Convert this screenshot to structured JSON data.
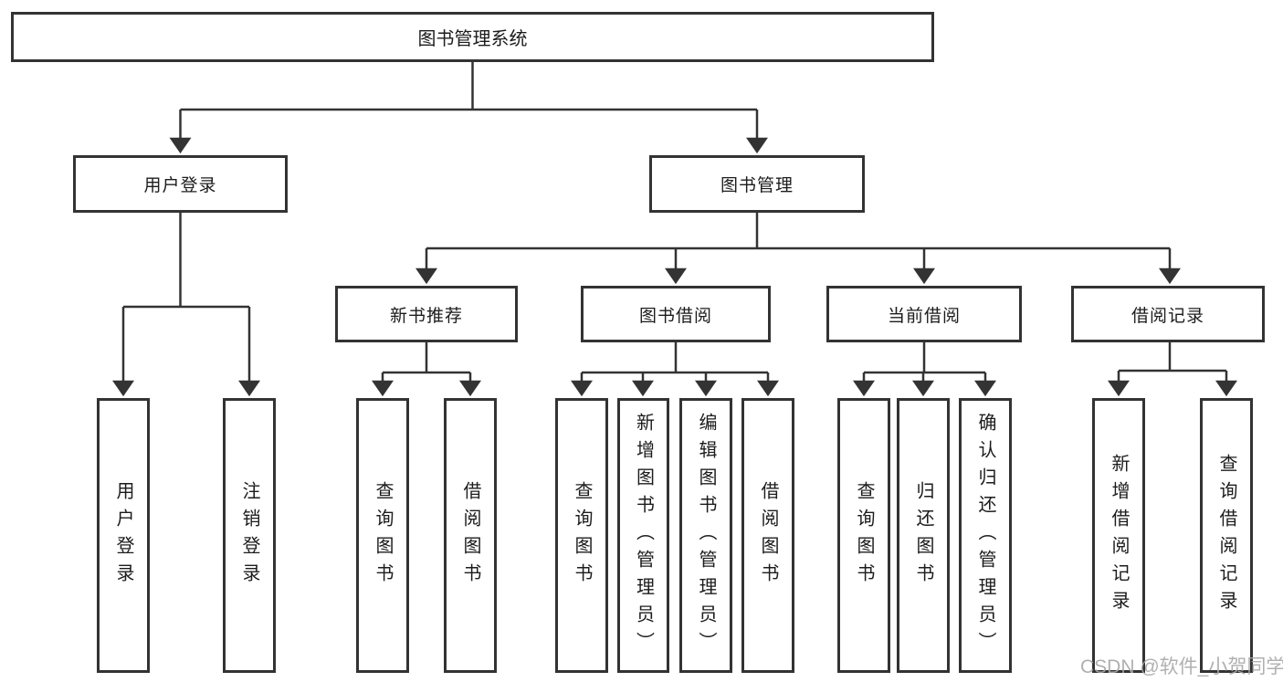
{
  "diagram": {
    "root": {
      "label": "图书管理系统"
    },
    "level2": [
      {
        "label": "用户登录"
      },
      {
        "label": "图书管理"
      }
    ],
    "level3": [
      {
        "label": "新书推荐"
      },
      {
        "label": "图书借阅"
      },
      {
        "label": "当前借阅"
      },
      {
        "label": "借阅记录"
      }
    ],
    "leaves": {
      "user_login_children": [
        {
          "label": "用户登录"
        },
        {
          "label": "注销登录"
        }
      ],
      "new_book_children": [
        {
          "label": "查询图书"
        },
        {
          "label": "借阅图书"
        }
      ],
      "book_borrow_children": [
        {
          "label": "查询图书"
        },
        {
          "label": "新增图书（管理员）"
        },
        {
          "label": "编辑图书（管理员）"
        },
        {
          "label": "借阅图书"
        }
      ],
      "current_borrow_children": [
        {
          "label": "查询图书"
        },
        {
          "label": "归还图书"
        },
        {
          "label": "确认归还（管理员）"
        }
      ],
      "borrow_record_children": [
        {
          "label": "新增借阅记录"
        },
        {
          "label": "查询借阅记录"
        }
      ]
    }
  },
  "watermark": "CSDN @软件_小贺同学",
  "colors": {
    "line": "#333333",
    "box_border": "#333333",
    "text": "#1c1c1c",
    "background": "#ffffff",
    "watermark": "#a8a8a8"
  }
}
